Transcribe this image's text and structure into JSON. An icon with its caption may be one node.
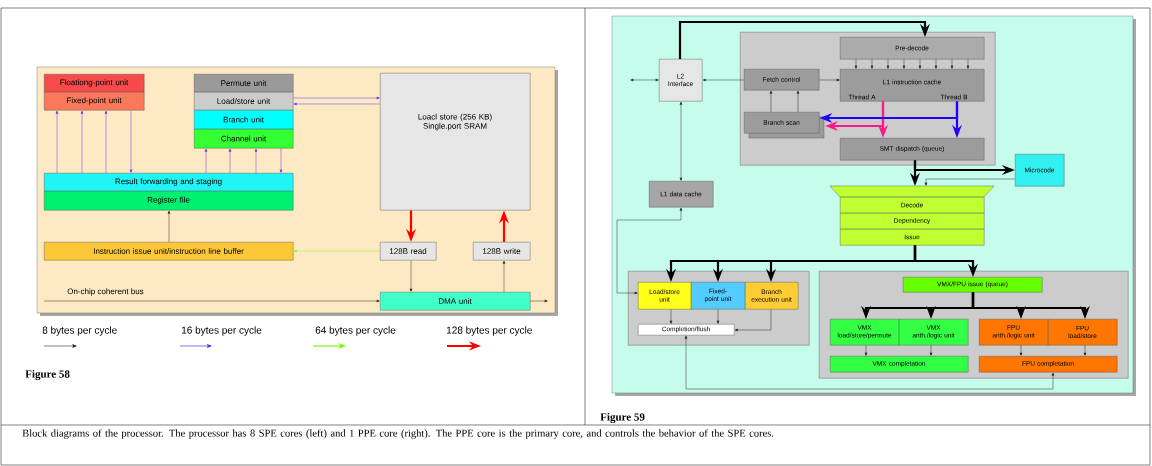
{
  "diagram": {
    "caption": "Block diagrams of the processor. The processor has 8 SPE cores (left) and 1 PPE core (right). The PPE core is the primary core, and controls the behavior of the SPE cores.",
    "nodes": [
      {
        "text": [
          "Floationg-point unit"
        ]
      },
      {
        "text": [
          "Fixed-point unit"
        ]
      },
      {
        "text": [
          "Permute unit"
        ]
      },
      {
        "text": [
          "Load/store unit"
        ]
      },
      {
        "text": [
          "Branch unit"
        ]
      },
      {
        "text": [
          "Channel unit"
        ]
      },
      {
        "text": [
          "Loacl store (256 KB) Single.port SRAM"
        ]
      },
      {
        "text": [
          "Result forwarding and staging"
        ]
      },
      {
        "text": [
          "Register file"
        ]
      },
      {
        "text": [
          "Instruction issue unit/instruction line buffer"
        ]
      },
      {
        "text": [
          "128B read"
        ]
      },
      {
        "text": [
          "128B write"
        ]
      },
      {
        "text": [
          "DMA unit"
        ]
      },
      {
        "text": [
          "L2 Interface"
        ]
      },
      {
        "text": [],
        "shape": "box"
      },
      {
        "text": [
          "Pre-decode"
        ],
        "in": 14
      },
      {
        "text": [
          "Fetch control"
        ],
        "in": 14
      },
      {
        "text": [
          "L1 instruction cache",
          "Thread A",
          "Thread B"
        ],
        "in": 14
      },
      {
        "text": [
          "Branch scan"
        ],
        "in": 14
      },
      {
        "text": [
          "SMT dispatch (queue)"
        ],
        "in": 14
      },
      {
        "text": [
          "Microcode"
        ]
      },
      {
        "text": [
          "L1 data cache"
        ]
      },
      {
        "text": [],
        "shape": "trapezoid"
      },
      {
        "text": [
          "Decode"
        ]
      },
      {
        "text": [
          "Dependency"
        ]
      },
      {
        "text": [
          "Issue"
        ]
      },
      {
        "text": [],
        "shape": "box"
      },
      {
        "text": [
          "Load/store unit"
        ],
        "in": 26
      },
      {
        "text": [
          "Fixed-point unit"
        ],
        "in": 26
      },
      {
        "text": [
          "Branch execution unit"
        ],
        "in": 26
      },
      {
        "text": [
          "Completion/flush"
        ],
        "in": 26
      },
      {
        "text": [],
        "shape": "box"
      },
      {
        "text": [
          "VMX/FPU issue (queue)"
        ],
        "in": 31
      },
      {
        "text": [
          "VMX load/store/permute"
        ],
        "in": 31
      },
      {
        "text": [
          "VMX arith./logic unit"
        ],
        "in": 31
      },
      {
        "text": [
          "FPU arith./logic unit"
        ],
        "in": 31
      },
      {
        "text": [
          "FPU load/store"
        ],
        "in": 31
      },
      {
        "text": [
          "VMX completation"
        ],
        "in": 31
      },
      {
        "text": [
          "FPU completation"
        ],
        "in": 31
      }
    ],
    "edges": [
      {
        "from": 7,
        "to": 1,
        "arrow": "to",
        "color": "#3311ff"
      },
      {
        "from": 7,
        "to": 1,
        "arrow": "to",
        "color": "#3311ff"
      },
      {
        "from": 7,
        "to": 1,
        "arrow": "to",
        "color": "#3311ff"
      },
      {
        "from": 1,
        "to": 7,
        "arrow": "to",
        "color": "#3311ff"
      },
      {
        "from": 7,
        "to": 5,
        "arrow": "to",
        "color": "#3311ff"
      },
      {
        "from": 7,
        "to": 5,
        "arrow": "to",
        "color": "#3311ff"
      },
      {
        "from": 7,
        "to": 5,
        "arrow": "to",
        "color": "#3311ff"
      },
      {
        "from": 5,
        "to": 7,
        "arrow": "to",
        "color": "#3311ff"
      },
      {
        "from": 3,
        "to": 6,
        "arrow": "to",
        "color": "#3311ff"
      },
      {
        "from": 6,
        "to": 3,
        "arrow": "to",
        "color": "#3311ff"
      },
      {
        "from": 9,
        "to": 8,
        "arrow": "to"
      },
      {
        "from": 6,
        "to": 10,
        "arrow": "to",
        "style": "thick",
        "color": "#ff0000"
      },
      {
        "from": 11,
        "to": 6,
        "arrow": "to",
        "style": "thick",
        "color": "#ff0000"
      },
      {
        "from": 10,
        "to": 9,
        "arrow": "to",
        "color": "#66ff00"
      },
      {
        "from": 10,
        "to": 12,
        "arrow": "to"
      },
      {
        "from": 12,
        "to": 11,
        "arrow": "to"
      },
      {
        "from": null,
        "to": 12,
        "arrow": "to",
        "label": "On-chip coherent bus"
      },
      {
        "from": 12,
        "to": null,
        "arrow": "to"
      },
      {
        "from": null,
        "to": 13,
        "arrow": "both"
      },
      {
        "from": 13,
        "to": 15,
        "arrow": "to",
        "style": "thick"
      },
      {
        "from": 16,
        "to": 13,
        "arrow": "to"
      },
      {
        "from": 16,
        "to": 17,
        "arrow": "to"
      },
      {
        "from": 15,
        "to": 17,
        "arrow": "to"
      },
      {
        "from": 15,
        "to": 17,
        "arrow": "to"
      },
      {
        "from": 15,
        "to": 17,
        "arrow": "to"
      },
      {
        "from": 15,
        "to": 17,
        "arrow": "to"
      },
      {
        "from": 15,
        "to": 17,
        "arrow": "to"
      },
      {
        "from": 15,
        "to": 17,
        "arrow": "to"
      },
      {
        "from": 15,
        "to": 17,
        "arrow": "to"
      },
      {
        "from": 15,
        "to": 17,
        "arrow": "to"
      },
      {
        "from": 18,
        "to": 16,
        "arrow": "to"
      },
      {
        "from": 18,
        "to": 16,
        "arrow": "to"
      },
      {
        "from": 17,
        "to": 19,
        "arrow": "to",
        "style": "thick",
        "color": "#ff1a8c"
      },
      {
        "from": 17,
        "to": 18,
        "arrow": "to",
        "style": "thick",
        "color": "#ff1a8c"
      },
      {
        "from": 17,
        "to": 19,
        "arrow": "to",
        "style": "thick",
        "color": "#2200ff"
      },
      {
        "from": 17,
        "to": 18,
        "arrow": "to",
        "style": "thick",
        "color": "#2200ff"
      },
      {
        "from": 13,
        "to": 21,
        "arrow": "both"
      },
      {
        "from": 19,
        "to": 22,
        "arrow": "to",
        "style": "thick"
      },
      {
        "from": 19,
        "to": 20,
        "arrow": "to",
        "style": "thick"
      },
      {
        "from": 20,
        "to": 22,
        "arrow": "to"
      },
      {
        "from": 25,
        "to": 27,
        "arrow": "to",
        "style": "thick"
      },
      {
        "from": 25,
        "to": 28,
        "arrow": "to",
        "style": "thick"
      },
      {
        "from": 25,
        "to": 29,
        "arrow": "to",
        "style": "thick"
      },
      {
        "from": 25,
        "to": 32,
        "arrow": "to",
        "style": "thick"
      },
      {
        "from": 21,
        "to": 27,
        "arrow": "both"
      },
      {
        "from": 27,
        "to": 30,
        "arrow": "to"
      },
      {
        "from": 28,
        "to": 30,
        "arrow": "to"
      },
      {
        "from": 29,
        "to": 30,
        "arrow": "to"
      },
      {
        "from": 32,
        "to": 33,
        "arrow": "to",
        "style": "thick"
      },
      {
        "from": 32,
        "to": 34,
        "arrow": "to",
        "style": "thick"
      },
      {
        "from": 32,
        "to": 35,
        "arrow": "to",
        "style": "thick"
      },
      {
        "from": 32,
        "to": 36,
        "arrow": "to",
        "style": "thick"
      },
      {
        "from": 33,
        "to": 37,
        "arrow": "to"
      },
      {
        "from": 34,
        "to": 37,
        "arrow": "to"
      },
      {
        "from": 35,
        "to": 38,
        "arrow": "to"
      },
      {
        "from": 36,
        "to": 38,
        "arrow": "to"
      },
      {
        "from": 38,
        "to": 30,
        "arrow": "both"
      }
    ],
    "labels": [
      "Figure 58",
      "Figure 59"
    ],
    "legend": [
      {
        "text": "8 bytes per cycle"
      },
      {
        "text": "16 bytes per cycle"
      },
      {
        "text": "64 bytes per cycle"
      },
      {
        "text": "128 bytes per cycle"
      }
    ]
  }
}
